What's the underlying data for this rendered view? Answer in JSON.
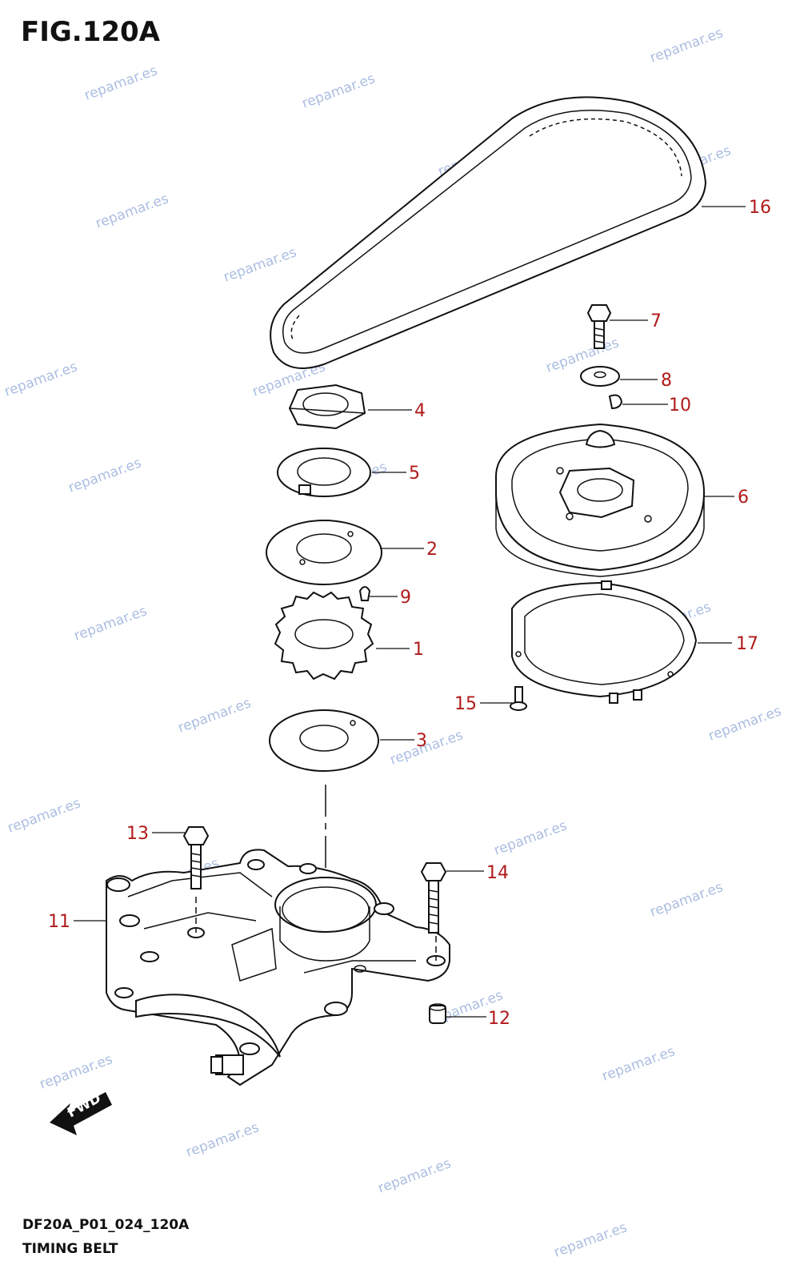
{
  "figure": {
    "title": "FIG.120A",
    "drawing_code": "DF20A_P01_024_120A",
    "section_name": "TIMING BELT"
  },
  "callouts": [
    {
      "id": "1",
      "label": "1"
    },
    {
      "id": "2",
      "label": "2"
    },
    {
      "id": "3",
      "label": "3"
    },
    {
      "id": "4",
      "label": "4"
    },
    {
      "id": "5",
      "label": "5"
    },
    {
      "id": "6",
      "label": "6"
    },
    {
      "id": "7",
      "label": "7"
    },
    {
      "id": "8",
      "label": "8"
    },
    {
      "id": "9",
      "label": "9"
    },
    {
      "id": "10",
      "label": "10"
    },
    {
      "id": "11",
      "label": "11"
    },
    {
      "id": "12",
      "label": "12"
    },
    {
      "id": "13",
      "label": "13"
    },
    {
      "id": "14",
      "label": "14"
    },
    {
      "id": "15",
      "label": "15"
    },
    {
      "id": "16",
      "label": "16"
    },
    {
      "id": "17",
      "label": "17"
    }
  ],
  "direction_marker": {
    "label": "FWD"
  },
  "watermark": {
    "text": "repamar.es"
  },
  "colors": {
    "callout": "#b11a1a",
    "linework": "#111111",
    "watermark": "#8fa8d8"
  }
}
